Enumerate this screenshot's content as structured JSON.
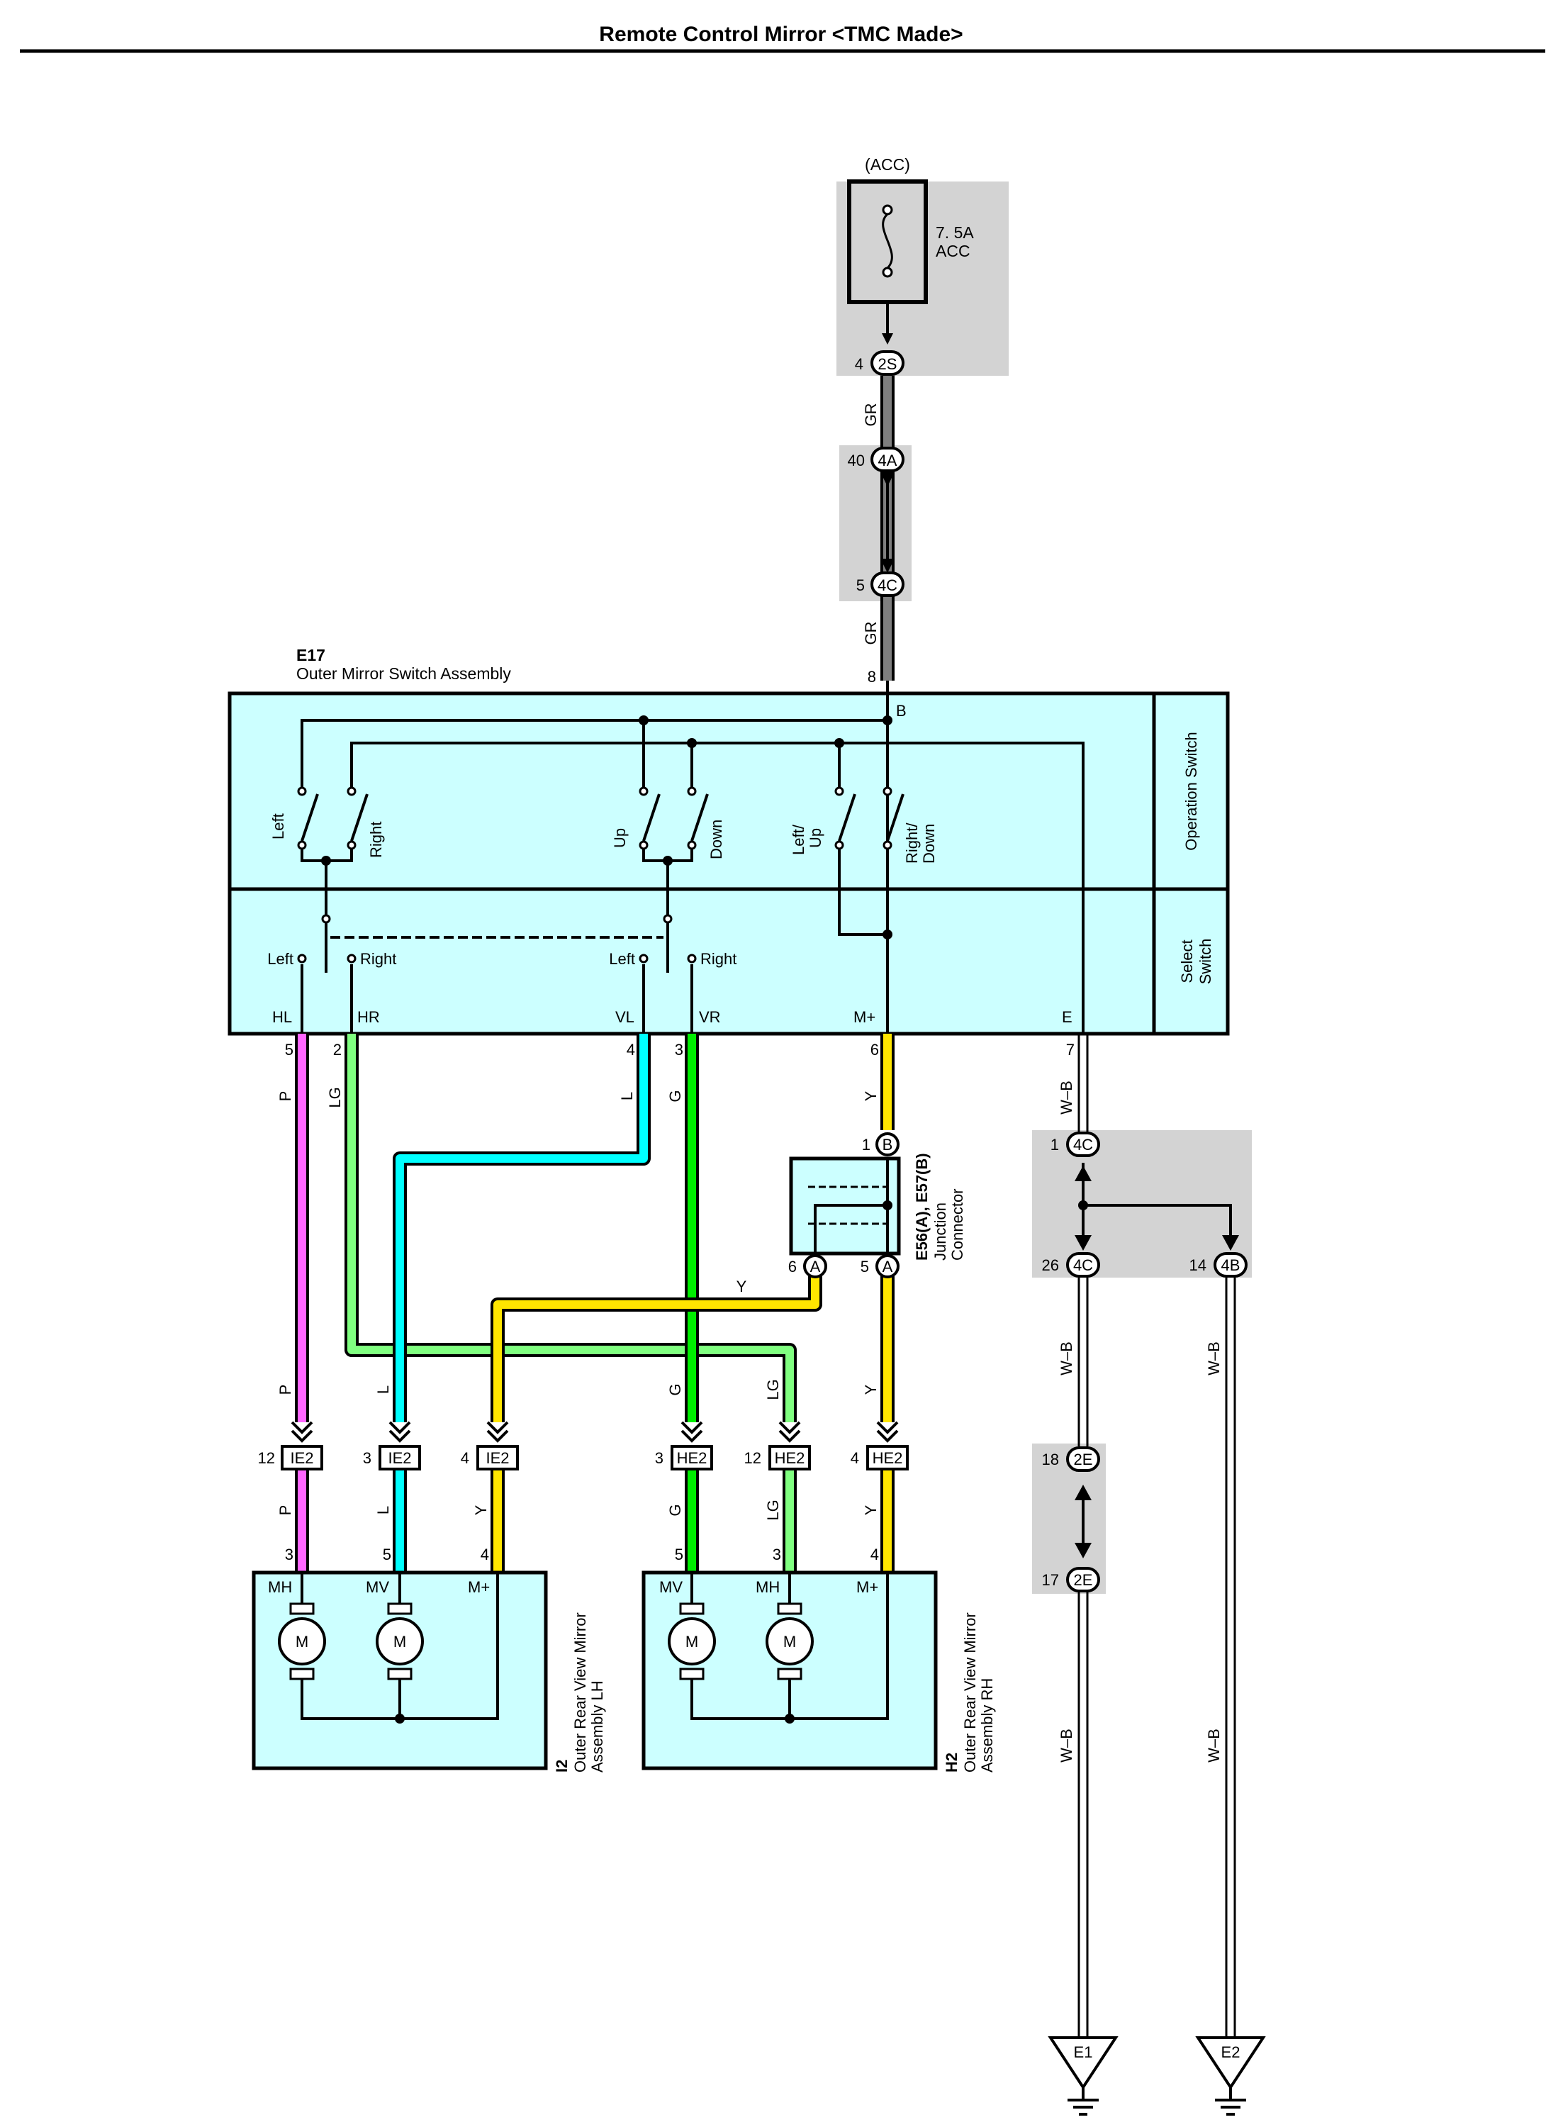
{
  "title": "Remote Control Mirror <TMC Made>",
  "fuse": {
    "power_source": "(ACC)",
    "rating": "7. 5A",
    "name": "ACC",
    "terminal": "4",
    "connector": "2S"
  },
  "wire_colors": {
    "GR": "#7f7f7f",
    "P": "#ff66ff",
    "LG": "#80ff80",
    "L": "#00ffff",
    "G": "#00ee00",
    "Y": "#ffe600",
    "W-B": "#ffffff",
    "component_fill": "#ccffff",
    "junction_block_fill": "#d3d3d3"
  },
  "junctions": {
    "j4A": {
      "pin": "40",
      "conn": "4A"
    },
    "j4C_top": {
      "pin": "5",
      "conn": "4C"
    },
    "j4C_in": {
      "pin": "1",
      "conn": "4C"
    },
    "j4C_out": {
      "pin": "26",
      "conn": "4C"
    },
    "j4B": {
      "pin": "14",
      "conn": "4B"
    },
    "j2E_top": {
      "pin": "18",
      "conn": "2E"
    },
    "j2E_bot": {
      "pin": "17",
      "conn": "2E"
    }
  },
  "wire_labels": {
    "gr1": "GR",
    "gr2": "GR",
    "p": "P",
    "lg": "LG",
    "l": "L",
    "g": "G",
    "y": "Y",
    "wb": "W–B"
  },
  "switch_assembly": {
    "code": "E17",
    "name": "Outer Mirror Switch Assembly",
    "pin_top": "8",
    "terminal_b": "B",
    "operation_label": "Operation Switch",
    "select_label": "Select Switch",
    "op_contacts": [
      "Left",
      "Right",
      "Up",
      "Down",
      "Left/",
      "Up",
      "Right/",
      "Down"
    ],
    "select_left": [
      "Left",
      "Right"
    ],
    "select_right": [
      "Left",
      "Right"
    ],
    "terminals": [
      "HL",
      "HR",
      "VL",
      "VR",
      "M+",
      "E"
    ],
    "pins": [
      "5",
      "2",
      "4",
      "3",
      "6",
      "7"
    ]
  },
  "junction_connector": {
    "code": "E56(A), E57(B)",
    "name": "Junction",
    "name2": "Connector",
    "in_pin": "1",
    "in_conn": "B",
    "out1_pin": "6",
    "out1_conn": "A",
    "out2_pin": "5",
    "out2_conn": "A"
  },
  "connectors": {
    "lh": {
      "code": "IE2",
      "pins": [
        "12",
        "3",
        "4"
      ]
    },
    "rh": {
      "code": "HE2",
      "pins": [
        "3",
        "12",
        "4"
      ]
    }
  },
  "mirror_lh": {
    "code": "I2",
    "name": "Outer Rear View Mirror",
    "name2": "Assembly LH",
    "terminals": [
      "MH",
      "MV",
      "M+"
    ],
    "pins": [
      "3",
      "5",
      "4"
    ],
    "motor": "M"
  },
  "mirror_rh": {
    "code": "H2",
    "name": "Outer Rear View Mirror",
    "name2": "Assembly RH",
    "terminals": [
      "MV",
      "MH",
      "M+"
    ],
    "pins": [
      "5",
      "3",
      "4"
    ],
    "motor": "M"
  },
  "grounds": [
    "E1",
    "E2"
  ]
}
